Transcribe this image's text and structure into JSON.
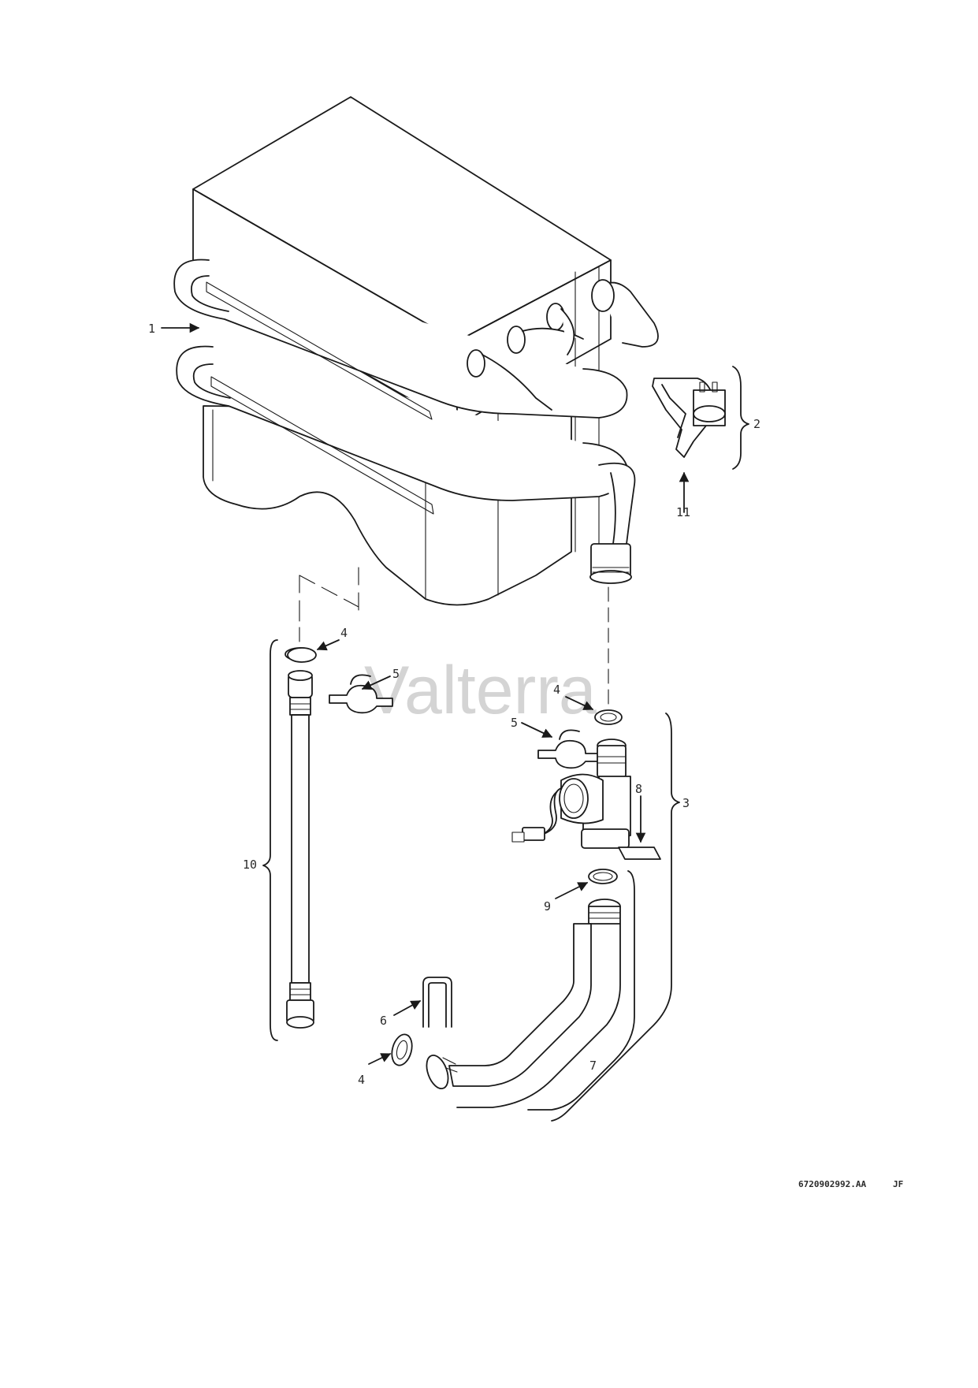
{
  "diagram": {
    "watermark": "Valterra",
    "drawing_code": "6720902992.AA",
    "drawing_initials": "JF",
    "labels": [
      {
        "id": "label-1",
        "text": "1"
      },
      {
        "id": "label-2",
        "text": "2"
      },
      {
        "id": "label-11",
        "text": "11"
      },
      {
        "id": "label-4a",
        "text": "4"
      },
      {
        "id": "label-5a",
        "text": "5"
      },
      {
        "id": "label-4b",
        "text": "4"
      },
      {
        "id": "label-5b",
        "text": "5"
      },
      {
        "id": "label-8",
        "text": "8"
      },
      {
        "id": "label-3",
        "text": "3"
      },
      {
        "id": "label-10",
        "text": "10"
      },
      {
        "id": "label-9",
        "text": "9"
      },
      {
        "id": "label-6",
        "text": "6"
      },
      {
        "id": "label-7",
        "text": "7"
      },
      {
        "id": "label-4c",
        "text": "4"
      }
    ]
  }
}
